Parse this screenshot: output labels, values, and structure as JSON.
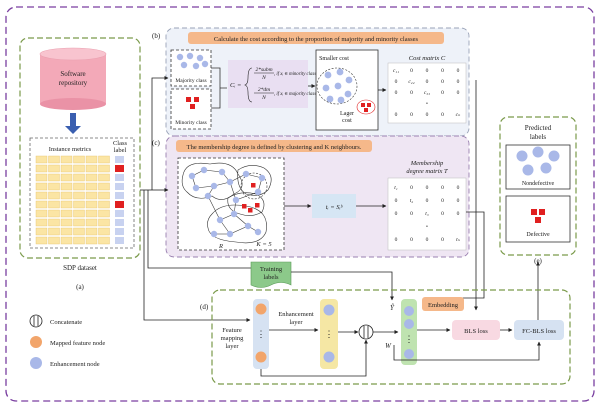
{
  "repository": {
    "line1": "Software",
    "line2": "repository"
  },
  "sdp": {
    "instance_metrics": "Instance metrics",
    "class_label_1": "Class",
    "class_label_2": "label",
    "dataset": "SDP dataset",
    "tag": "(a)"
  },
  "cost": {
    "tag": "(b)",
    "title": "Calculate the cost according to the proportion of majority and minority classes",
    "majority_class": "Majority class",
    "minority_class": "Minority class",
    "ci": "Cᵢ =",
    "num1": "2*subm",
    "den1": "N",
    "cond1": ", if xᵢ ∈ minority class",
    "num2": "2*dm",
    "den2": "N",
    "cond2": ", if xᵢ ∈ majority class",
    "smaller_cost": "Smaller cost",
    "larger_cost_1": "Lager",
    "larger_cost_2": "cost",
    "matrix_title": "Cost matrix C",
    "matrix": [
      [
        "c₁₁",
        "0",
        "0",
        "0",
        "0"
      ],
      [
        "0",
        "c₂₂",
        "0",
        "0",
        "0"
      ],
      [
        "0",
        "0",
        "c₃₃",
        "0",
        "0"
      ],
      [
        "",
        "",
        "•",
        "",
        ""
      ],
      [
        "0",
        "0",
        "0",
        "0",
        "cₙ"
      ]
    ]
  },
  "membership": {
    "tag": "(c)",
    "title": "The membership degree is defined by clustering and K neighbours.",
    "r_label": "R",
    "k_label": "K = 5",
    "formula": "tᵢ = Sᵢᵇ",
    "matrix_title_1": "Membership",
    "matrix_title_2": "degree matrix T",
    "matrix": [
      [
        "t₁",
        "0",
        "0",
        "0",
        "0"
      ],
      [
        "0",
        "t₂",
        "0",
        "0",
        "0"
      ],
      [
        "0",
        "0",
        "t₃",
        "0",
        "0"
      ],
      [
        "",
        "",
        "•",
        "",
        ""
      ],
      [
        "0",
        "0",
        "0",
        "0",
        "tₙ"
      ]
    ]
  },
  "predicted": {
    "title_1": "Predicted",
    "title_2": "labels",
    "nondefective": "Nondefective",
    "defective": "Defective",
    "tag": "(e)"
  },
  "training_labels": {
    "line1": "Training",
    "line2": "labels"
  },
  "bls": {
    "tag": "(d)",
    "feature_mapping_1": "Feature",
    "feature_mapping_2": "mapping",
    "feature_mapping_3": "layer",
    "enhancement_1": "Enhancement",
    "enhancement_2": "layer",
    "embedding": "Embedding",
    "y_hat": "Ŷ",
    "w": "W",
    "bls_loss": "BLS loss",
    "fc_bls_loss": "FC-BLS loss"
  },
  "legend": {
    "concatenate": "Concatenate",
    "mapped_feature_node": "Mapped feature node",
    "enhancement_node": "Enhancement node"
  },
  "colors": {
    "outer_border": "#7a3fa0",
    "green_dash": "#7a9a4a",
    "node_blue": "#a9b8e8",
    "node_orange": "#f2a56b",
    "defect_red": "#e02020",
    "title_bar": "#f5b88a",
    "cyl_pink": "#f3a9b8",
    "metric_yellow": "#fbe5a4"
  }
}
